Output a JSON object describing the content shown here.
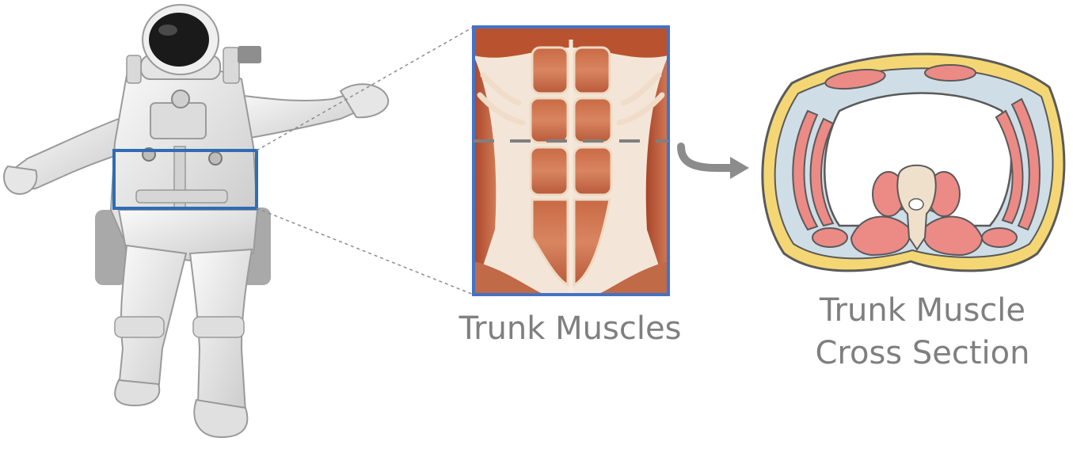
{
  "labels": {
    "trunk_muscles": "Trunk Muscles",
    "cross_section_line1": "Trunk Muscle",
    "cross_section_line2": "Cross Section"
  },
  "colors": {
    "highlight_box": "#2e6db4",
    "photo_frame": "#4472c4",
    "label_text": "#7f7f7f",
    "dashed_connector": "#8c8c8c",
    "muscle": "#ec8a86",
    "fat_layer": "#f4d774",
    "fascia": "#cfdde6",
    "bone": "#efe0cc"
  },
  "icons": {
    "astronaut": "astronaut-illustration",
    "muscle_photo": "abdominal-muscles-illustration",
    "arrow": "curved-arrow-icon",
    "cross_section": "trunk-cross-section-illustration"
  }
}
